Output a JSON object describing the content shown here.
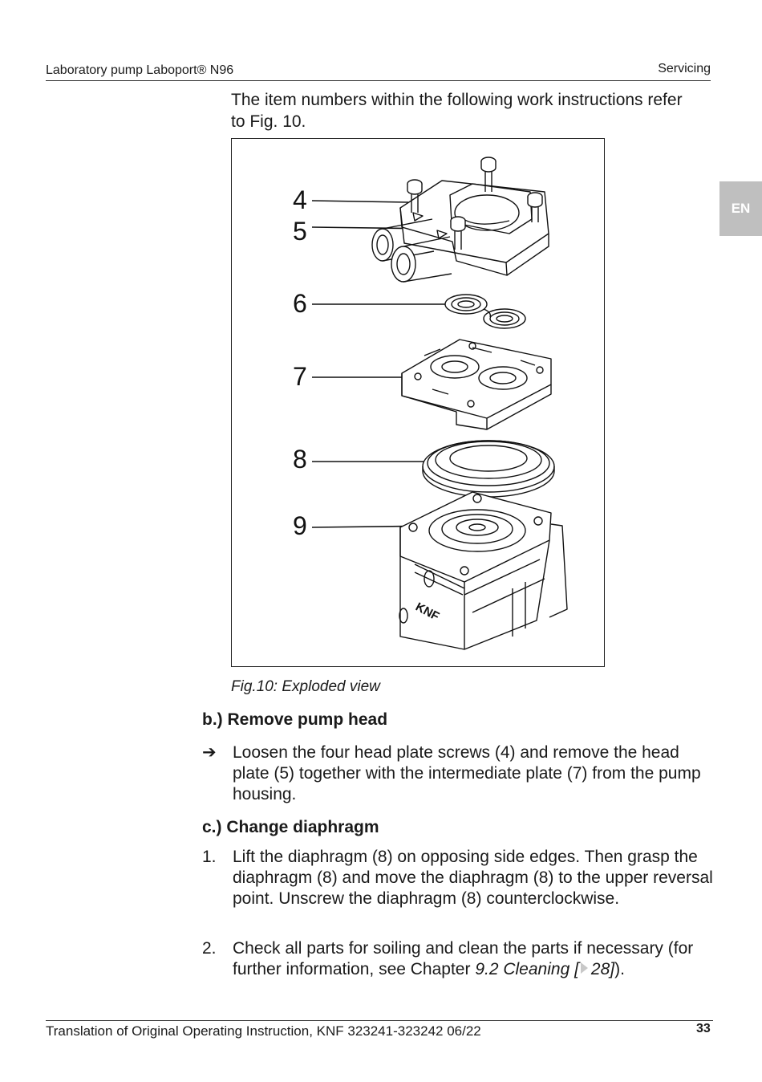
{
  "header": {
    "title": "Laboratory pump Laboport® N96",
    "section": "Servicing"
  },
  "language_tab": "EN",
  "intro": "The item numbers within the following work instructions refer to Fig. 10.",
  "figure": {
    "callouts": [
      "4",
      "5",
      "6",
      "7",
      "8",
      "9"
    ],
    "caption": "Fig.10: Exploded view",
    "logo_text": "KNF"
  },
  "section_b": {
    "title": "b.) Remove pump head",
    "arrow": "➔",
    "step": "Loosen the four head plate screws (4) and remove the head plate (5) together with the intermediate plate (7) from the pump housing."
  },
  "section_c": {
    "title": "c.) Change diaphragm",
    "steps": [
      {
        "number": "1.",
        "text": "Lift the diaphragm (8) on opposing side edges. Then grasp the diaphragm (8) and move the diaphragm (8) to the upper reversal point. Unscrew the diaphragm (8) counterclockwise."
      },
      {
        "number": "2.",
        "text_before": "Check all parts for soiling and clean the parts if necessary (for further information, see Chapter ",
        "link_text": "9.2 Cleaning [",
        "link_page": "28]",
        "text_after": ")."
      }
    ]
  },
  "footer": {
    "text": "Translation of Original Operating Instruction, KNF 323241-323242 06/22",
    "page_number": "33"
  }
}
